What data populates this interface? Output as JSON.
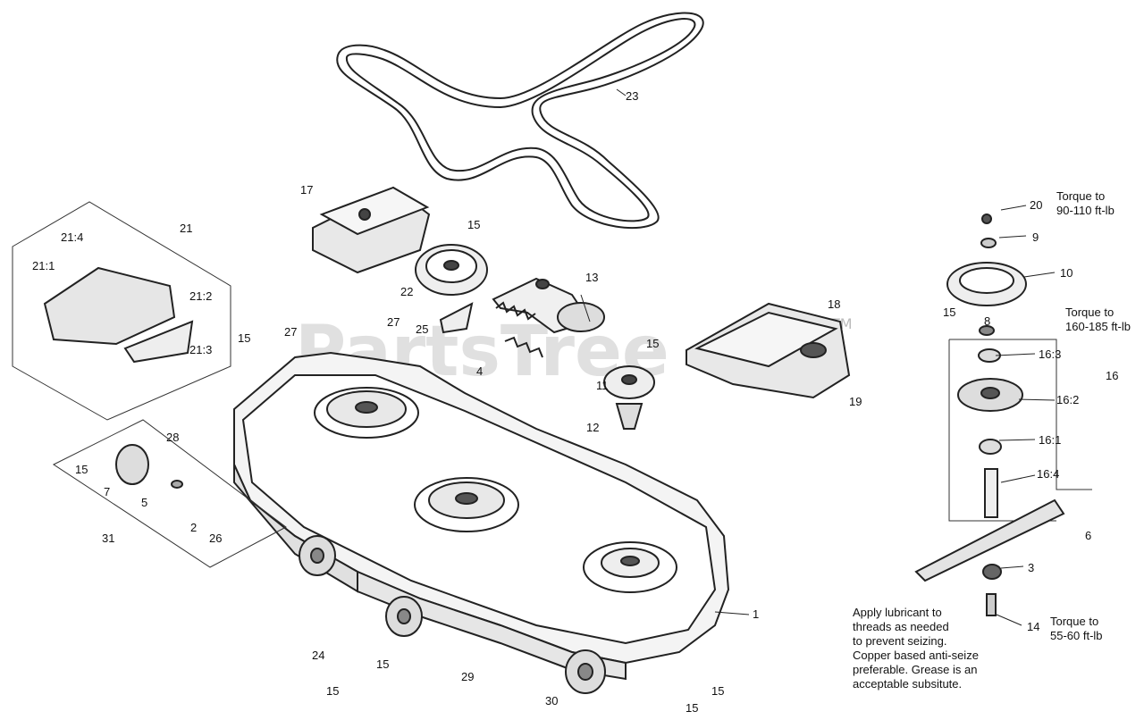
{
  "watermark": {
    "text": "PartsTree",
    "tm": "TM"
  },
  "callouts": [
    {
      "id": "c1",
      "text": "1"
    },
    {
      "id": "c2",
      "text": "2"
    },
    {
      "id": "c3",
      "text": "3"
    },
    {
      "id": "c4",
      "text": "4"
    },
    {
      "id": "c5",
      "text": "5"
    },
    {
      "id": "c6",
      "text": "6"
    },
    {
      "id": "c7",
      "text": "7"
    },
    {
      "id": "c8",
      "text": "8"
    },
    {
      "id": "c9",
      "text": "9"
    },
    {
      "id": "c10",
      "text": "10"
    },
    {
      "id": "c11",
      "text": "11"
    },
    {
      "id": "c12",
      "text": "12"
    },
    {
      "id": "c13",
      "text": "13"
    },
    {
      "id": "c14",
      "text": "14"
    },
    {
      "id": "c15a",
      "text": "15"
    },
    {
      "id": "c15b",
      "text": "15"
    },
    {
      "id": "c15c",
      "text": "15"
    },
    {
      "id": "c15d",
      "text": "15"
    },
    {
      "id": "c15e",
      "text": "15"
    },
    {
      "id": "c15f",
      "text": "15"
    },
    {
      "id": "c15g",
      "text": "15"
    },
    {
      "id": "c15h",
      "text": "15"
    },
    {
      "id": "c15i",
      "text": "15"
    },
    {
      "id": "c16",
      "text": "16"
    },
    {
      "id": "c16_1",
      "text": "16:1"
    },
    {
      "id": "c16_2",
      "text": "16:2"
    },
    {
      "id": "c16_3",
      "text": "16:3"
    },
    {
      "id": "c16_4",
      "text": "16:4"
    },
    {
      "id": "c17",
      "text": "17"
    },
    {
      "id": "c18",
      "text": "18"
    },
    {
      "id": "c19",
      "text": "19"
    },
    {
      "id": "c20",
      "text": "20"
    },
    {
      "id": "c21",
      "text": "21"
    },
    {
      "id": "c21_1",
      "text": "21:1"
    },
    {
      "id": "c21_2",
      "text": "21:2"
    },
    {
      "id": "c21_3",
      "text": "21:3"
    },
    {
      "id": "c21_4",
      "text": "21:4"
    },
    {
      "id": "c22",
      "text": "22"
    },
    {
      "id": "c23",
      "text": "23"
    },
    {
      "id": "c24",
      "text": "24"
    },
    {
      "id": "c25",
      "text": "25"
    },
    {
      "id": "c26",
      "text": "26"
    },
    {
      "id": "c27a",
      "text": "27"
    },
    {
      "id": "c27b",
      "text": "27"
    },
    {
      "id": "c28",
      "text": "28"
    },
    {
      "id": "c29",
      "text": "29"
    },
    {
      "id": "c30",
      "text": "30"
    },
    {
      "id": "c31",
      "text": "31"
    }
  ],
  "notes": {
    "torque_20": "Torque to\n90-110 ft-lb",
    "torque_8": "Torque to\n160-185 ft-lb",
    "torque_14": "Torque to\n55-60 ft-lb",
    "lubricant": "Apply lubricant to\nthreads as needed\nto prevent seizing.\nCopper based anti-seize\npreferable. Grease is an\nacceptable subsitute."
  }
}
